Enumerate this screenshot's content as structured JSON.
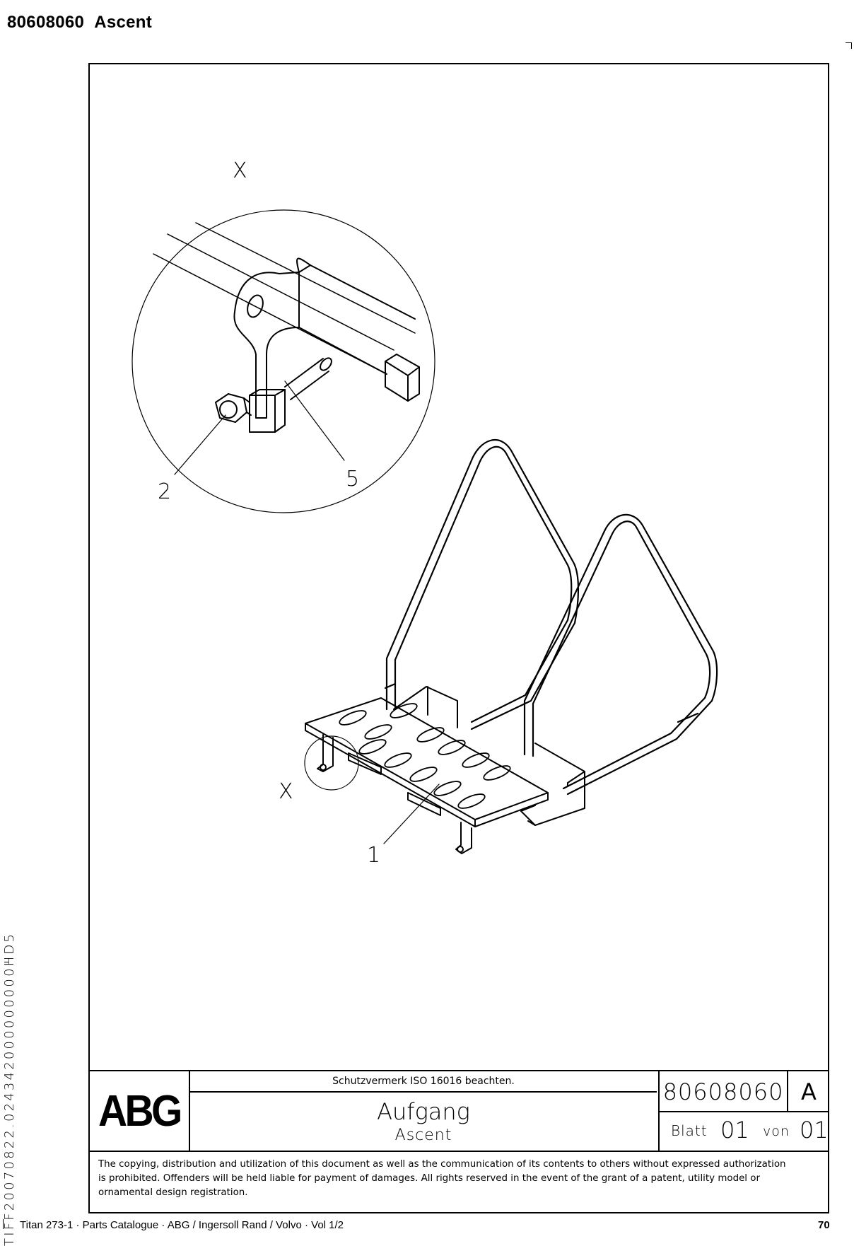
{
  "header": {
    "part_number": "80608060",
    "title": "Ascent"
  },
  "side_code": "TIFF20070822.024342000000000HD5",
  "drawing": {
    "detail_label_top": "X",
    "detail_label_bottom": "X",
    "callouts": [
      "1",
      "2",
      "5"
    ]
  },
  "title_block": {
    "logo": "ABG",
    "notice": "Schutzvermerk ISO 16016 beachten.",
    "title_de": "Aufgang",
    "title_en": "Ascent",
    "drawing_number": "80608060",
    "revision": "A",
    "sheet_label": "Blatt",
    "sheet_number": "01",
    "of_label": "von",
    "sheet_total": "01",
    "copyright_lines": [
      "The copying, distribution and utilization of this document as well as the communication of its contents to others without expressed authorization",
      "is prohibited. Offenders will be held liable for payment of damages. All rights reserved in the event of the grant of a patent, utility model or",
      "ornamental design registration."
    ]
  },
  "footer": {
    "text": "Titan 273-1  ·  Parts Catalogue  ·  ABG / Ingersoll Rand / Volvo  ·  Vol 1/2",
    "page": "70"
  }
}
